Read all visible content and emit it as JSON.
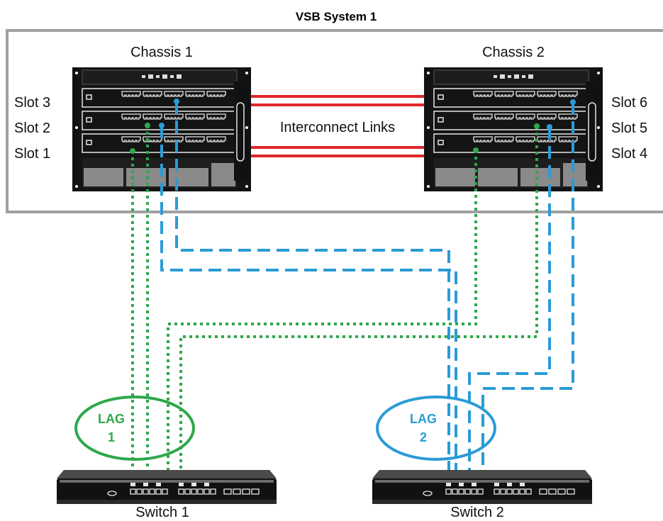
{
  "title": "VSB System 1",
  "chassis": [
    {
      "name": "Chassis 1",
      "slots": [
        "Slot 3",
        "Slot 2",
        "Slot 1"
      ]
    },
    {
      "name": "Chassis 2",
      "slots": [
        "Slot 6",
        "Slot 5",
        "Slot 4"
      ]
    }
  ],
  "interconnect_label": "Interconnect Links",
  "lags": [
    {
      "line1": "LAG",
      "line2": "1",
      "color": "#2ea84a"
    },
    {
      "line1": "LAG",
      "line2": "2",
      "color": "#2a9bd6"
    }
  ],
  "switches": [
    "Switch 1",
    "Switch 2"
  ],
  "colors": {
    "green": "#2ea84a",
    "blue": "#2a9bd6",
    "interconnect": "#e0262b",
    "frame": "#a0a0a0"
  }
}
